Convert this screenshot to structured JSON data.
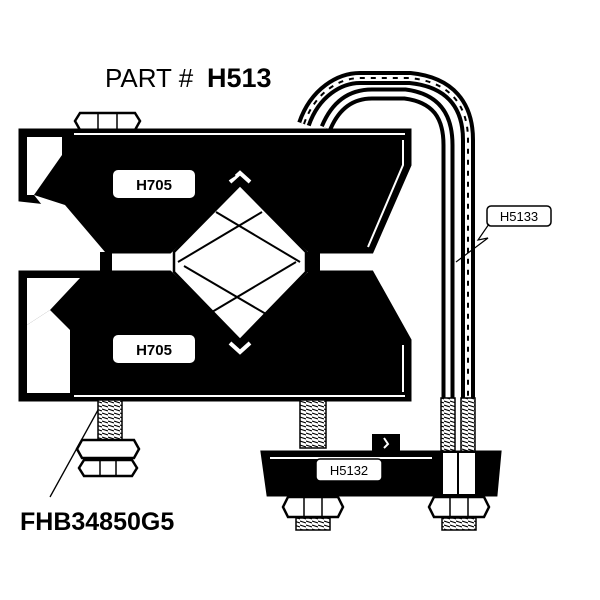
{
  "title": {
    "prefix": "PART #",
    "part_number": "H513"
  },
  "callouts": {
    "upper_block": "H705",
    "lower_block": "H705",
    "u_bolt": "H5133",
    "clamp_plate": "H5132",
    "hardware": "FHB34850G5"
  },
  "colors": {
    "ink": "#000000",
    "paper": "#ffffff",
    "shade": "#d0d0d0"
  }
}
